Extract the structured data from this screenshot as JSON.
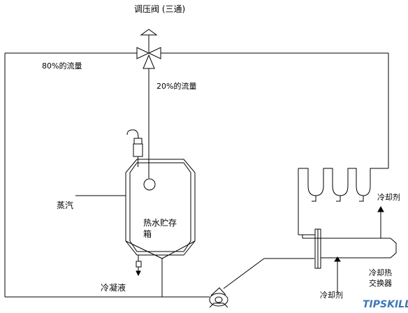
{
  "labels": {
    "valve_title": "调压阀 (三通)",
    "flow_80": "80%的流量",
    "flow_20": "20%的流量",
    "steam": "蒸汽",
    "tank_line1": "热水贮存",
    "tank_line2": "箱",
    "condensate": "冷凝液",
    "coolant_top": "冷却剂",
    "coolant_bottom": "冷却剂",
    "exchanger_line1": "冷却热",
    "exchanger_line2": "交换器"
  },
  "watermark": "TIPSKILL",
  "colors": {
    "line": "#000000",
    "background": "#ffffff",
    "watermark": "#3b78b8"
  },
  "icons": [
    "three-way-valve-icon",
    "pump-icon",
    "temperature-sensor-icon",
    "steam-trap-icon",
    "float-trap-icon"
  ]
}
